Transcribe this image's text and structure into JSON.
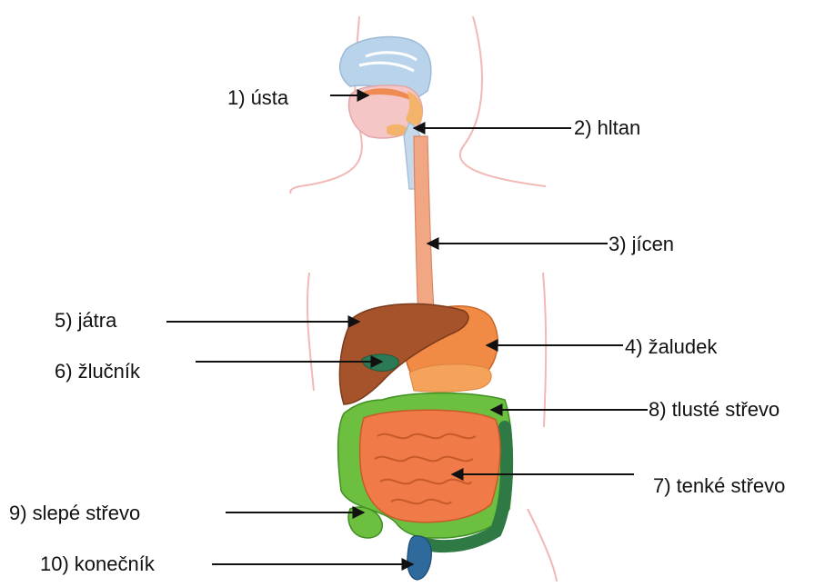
{
  "colors": {
    "outline": "#f2b8b5",
    "head_blue": "#b9d4ea",
    "mouth_pink": "#f4c6c6",
    "tongue_orange": "#f4b36b",
    "esophagus": "#f2a784",
    "liver": "#a6522a",
    "gallbladder": "#2b7a55",
    "stomach": "#f08a45",
    "large_intestine": "#6cbf3f",
    "small_intestine": "#f07a48",
    "rectum": "#2f6a9c",
    "arrow": "#111111"
  },
  "labels": [
    {
      "id": "usta",
      "num": "1)",
      "text": "ústa"
    },
    {
      "id": "hltan",
      "num": "2)",
      "text": "hltan"
    },
    {
      "id": "jicen",
      "num": "3)",
      "text": "jícen"
    },
    {
      "id": "zaludek",
      "num": "4)",
      "text": "žaludek"
    },
    {
      "id": "jatra",
      "num": "5)",
      "text": "játra"
    },
    {
      "id": "zlucnik",
      "num": "6)",
      "text": "žlučník"
    },
    {
      "id": "tenke",
      "num": "7)",
      "text": "tenké střevo"
    },
    {
      "id": "tluste",
      "num": "8)",
      "text": "tlusté střevo"
    },
    {
      "id": "slepe",
      "num": "9)",
      "text": "slepé střevo"
    },
    {
      "id": "konecnik",
      "num": "10)",
      "text": "konečník"
    }
  ]
}
